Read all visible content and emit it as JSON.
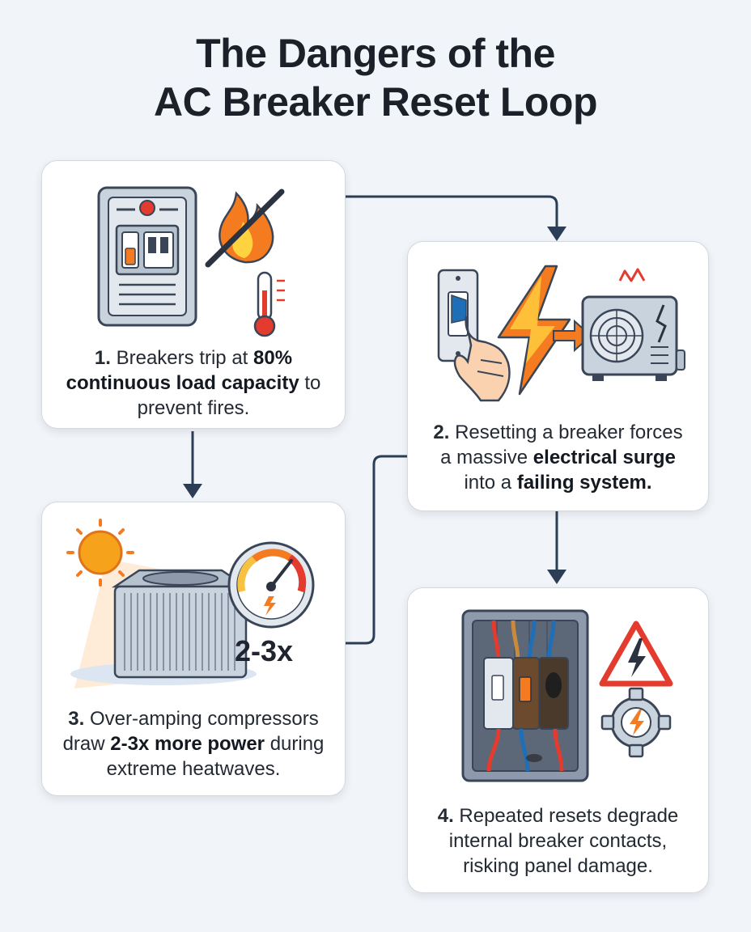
{
  "title": {
    "line1": "The Dangers of the",
    "line2": "AC Breaker Reset Loop"
  },
  "steps": [
    {
      "number": "1.",
      "text_pre": "Breakers trip at",
      "text_bold": "80% continuous load capacity",
      "text_post": "to prevent fires.",
      "icons": [
        "breaker-panel-icon",
        "no-fire-icon",
        "thermometer-icon"
      ]
    },
    {
      "number": "2.",
      "text_pre": "Resetting a breaker forces a massive",
      "text_bold1": "electrical surge",
      "text_mid": "into a",
      "text_bold2": "failing system.",
      "icons": [
        "hand-flipping-switch-icon",
        "lightning-bolt-icon",
        "ac-unit-icon"
      ]
    },
    {
      "number": "3.",
      "text_pre": "Over-amping compressors draw",
      "text_bold": "2-3x more power",
      "text_post": "during extreme heatwaves.",
      "badge": "2-3x",
      "icons": [
        "sun-icon",
        "condenser-unit-icon",
        "gauge-icon"
      ]
    },
    {
      "number": "4.",
      "text_pre": "Repeated resets degrade internal breaker contacts, risking panel damage.",
      "icons": [
        "burnt-breaker-panel-icon",
        "warning-triangle-icon",
        "gear-bolt-icon"
      ]
    }
  ],
  "colors": {
    "background": "#f1f4f8",
    "card": "#ffffff",
    "arrow": "#2c3e55",
    "orange": "#f47b20",
    "red": "#e33b2e",
    "panel": "#c9d3de"
  }
}
